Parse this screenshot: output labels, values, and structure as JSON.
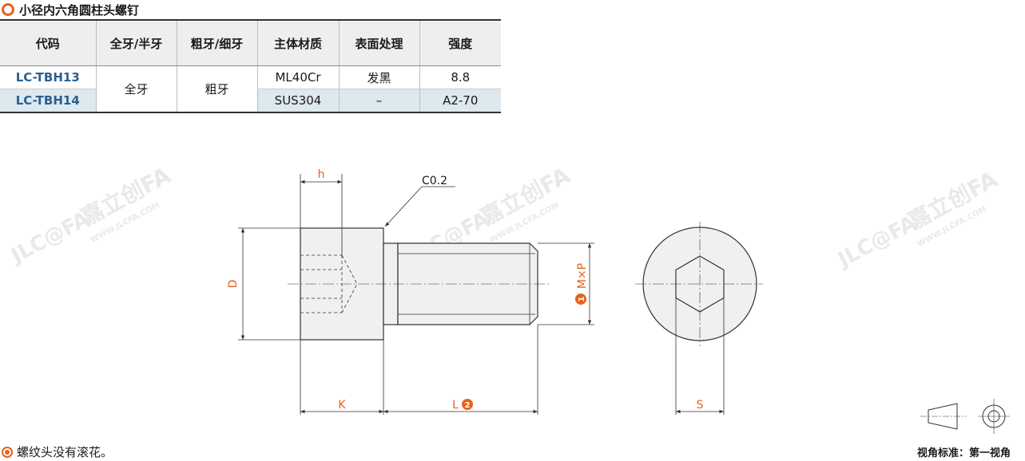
{
  "title": "小径内六角圆柱头螺钉",
  "table": {
    "headers": [
      "代码",
      "全牙/半牙",
      "粗牙/细牙",
      "主体材质",
      "表面处理",
      "强度"
    ],
    "rows": [
      {
        "code": "LC-TBH13",
        "material": "ML40Cr",
        "surface": "发黑",
        "strength": "8.8"
      },
      {
        "code": "LC-TBH14",
        "material": "SUS304",
        "surface": "–",
        "strength": "A2-70"
      }
    ],
    "merged_thread_type": "全牙",
    "merged_pitch_type": "粗牙"
  },
  "drawing": {
    "dim_h": "h",
    "chamfer": "C0.2",
    "dim_D": "D",
    "dim_M": "M×P",
    "dim_K": "K",
    "dim_L": "L",
    "dim_S": "S",
    "badge_1": "1",
    "badge_2": "2",
    "watermark_brand": "嘉立创FA",
    "watermark_logo": "JLC@FA",
    "watermark_url": "WWW.JLCFA.COM"
  },
  "note": "螺纹头没有滚花。",
  "view_standard": "视角标准：第一视角",
  "colors": {
    "accent": "#e8621a",
    "code_blue": "#2a5f8f",
    "row_tint": "#dde8ef"
  }
}
